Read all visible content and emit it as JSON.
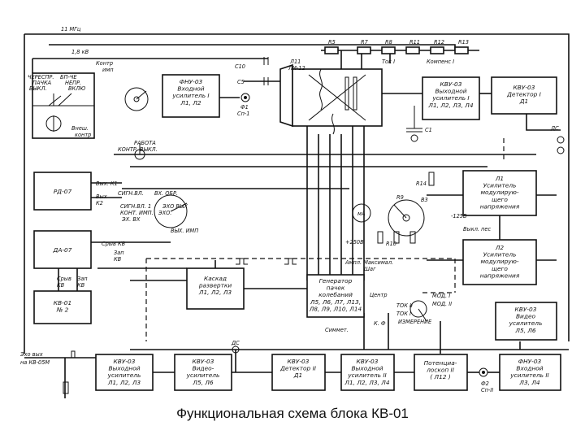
{
  "caption": "Функциональная схема блока КВ-01",
  "blocks": [
    {
      "id": "fnu_top",
      "lines": [
        "ФНУ-03",
        "Входной",
        "усилитель I",
        "Л1, Л2"
      ]
    },
    {
      "id": "kvu_out_top",
      "lines": [
        "КВУ-03",
        "Выходной",
        "усилитель I",
        "Л1, Л2, Л3, Л4"
      ]
    },
    {
      "id": "kvu_det_top",
      "lines": [
        "КВУ-03",
        "Детектор I",
        "Д1"
      ]
    },
    {
      "id": "pd",
      "lines": [
        "РД-07"
      ]
    },
    {
      "id": "da",
      "lines": [
        "ДА-07"
      ]
    },
    {
      "id": "kv01",
      "lines": [
        "КВ-01",
        "№ 2"
      ]
    },
    {
      "id": "sweep",
      "lines": [
        "Каскад",
        "развертки",
        "Л1, Л2, Л3"
      ]
    },
    {
      "id": "generator",
      "lines": [
        "Генератор",
        "пачек",
        "колебаний",
        "Л5, Л6, Л7, Л13,",
        "Л8, Л9, Л10, Л14"
      ]
    },
    {
      "id": "amp_l1",
      "lines": [
        "Л1",
        "Усилитель",
        "модулирую-",
        "щего",
        "напряжения"
      ]
    },
    {
      "id": "amp_l2",
      "lines": [
        "Л2",
        "Усилитель",
        "модулирую-",
        "щего",
        "напряжения"
      ]
    },
    {
      "id": "video_right",
      "lines": [
        "КВУ-03",
        "Видео",
        "усилитель",
        "Л5, Л6"
      ]
    },
    {
      "id": "kvu_out_bottom",
      "lines": [
        "КВУ-03",
        "Выходной",
        "усилитель",
        "Л1, Л2, Л3"
      ]
    },
    {
      "id": "video_bottom",
      "lines": [
        "КВУ-03",
        "Видео-",
        "усилитель",
        "Л5, Л6"
      ]
    },
    {
      "id": "det_bottom",
      "lines": [
        "КВУ-03",
        "Детектор II",
        "Д1"
      ]
    },
    {
      "id": "kvu_out_bottom2",
      "lines": [
        "КВУ-03",
        "Выходной",
        "усилитель II",
        "Л1, Л2, Л3, Л4"
      ]
    },
    {
      "id": "potentioscope",
      "lines": [
        "Потенциа-",
        "лоскоп II",
        "( Л12 )"
      ]
    },
    {
      "id": "fnu_bottom",
      "lines": [
        "ФНУ-03",
        "Входной",
        "усилитель II",
        "Л3, Л4"
      ]
    }
  ],
  "labels": [
    {
      "id": "f_top",
      "text": "11 МГц"
    },
    {
      "id": "hv",
      "text": "1,8 кВ"
    },
    {
      "id": "contr_imp",
      "text": "Контр"
    },
    {
      "id": "imp",
      "text": "имп"
    },
    {
      "id": "cherespr",
      "text": "ЧЕРЕСПР."
    },
    {
      "id": "bp_ch",
      "text": "БП-ЧЕ"
    },
    {
      "id": "pachka",
      "text": "ПАЧКА"
    },
    {
      "id": "nepr",
      "text": "НЕПР."
    },
    {
      "id": "vykl",
      "text": "ВЫКЛ."
    },
    {
      "id": "vkl",
      "text": "ВКЛЮ"
    },
    {
      "id": "vnesh",
      "text": "Внеш."
    },
    {
      "id": "kontr",
      "text": "контр"
    },
    {
      "id": "c10",
      "text": "С10"
    },
    {
      "id": "c5",
      "text": "С5"
    },
    {
      "id": "f1",
      "text": "Ф1"
    },
    {
      "id": "sp1",
      "text": "Сп-1"
    },
    {
      "id": "l11",
      "text": "Л11"
    },
    {
      "id": "li12",
      "text": "ЛИ-12"
    },
    {
      "id": "r5",
      "text": "R5"
    },
    {
      "id": "r7",
      "text": "R7"
    },
    {
      "id": "r8",
      "text": "R8"
    },
    {
      "id": "r11",
      "text": "R11"
    },
    {
      "id": "r12",
      "text": "R12"
    },
    {
      "id": "r13",
      "text": "R13"
    },
    {
      "id": "tok1",
      "text": "Ток I"
    },
    {
      "id": "kompens1",
      "text": "Компенс I"
    },
    {
      "id": "c1",
      "text": "С1"
    },
    {
      "id": "ds_top",
      "text": "ДС"
    },
    {
      "id": "rabota",
      "text": "РАБОТА"
    },
    {
      "id": "kontr_vykl",
      "text": "КОНТР.  ВЫКЛ."
    },
    {
      "id": "vyh_k1",
      "text": "Вых. К1"
    },
    {
      "id": "vyh_k2",
      "text": "Вых"
    },
    {
      "id": "k2",
      "text": "К2"
    },
    {
      "id": "signal_vyh",
      "text": "СИГН.ВЛ."
    },
    {
      "id": "vh_obr",
      "text": "ВХ. ОБР."
    },
    {
      "id": "signal2",
      "text": "СИГН.ВЛ. 1"
    },
    {
      "id": "vh_vyh",
      "text": "ЭХО ВЫХ"
    },
    {
      "id": "kont_imp",
      "text": "КОНТ. ИМП."
    },
    {
      "id": "ekho",
      "text": "ЭХО."
    },
    {
      "id": "vh_vh",
      "text": "ЭХ. ВХ"
    },
    {
      "id": "vh_imp",
      "text": "ВЫХ. ИМП"
    },
    {
      "id": "sryv_kv",
      "text": "Срыв КВ"
    },
    {
      "id": "zap_kv",
      "text": "Зап"
    },
    {
      "id": "kv",
      "text": "КВ"
    },
    {
      "id": "sryv_kv2",
      "text": "Срыв"
    },
    {
      "id": "kv2",
      "text": "КВ"
    },
    {
      "id": "zap_kv2",
      "text": "Зап"
    },
    {
      "id": "kv3",
      "text": "КВ"
    },
    {
      "id": "plus250",
      "text": "+250В"
    },
    {
      "id": "r10",
      "text": "R10"
    },
    {
      "id": "r14",
      "text": "R14"
    },
    {
      "id": "r9",
      "text": "R9"
    },
    {
      "id": "v3",
      "text": "В3"
    },
    {
      "id": "ma",
      "text": "мА"
    },
    {
      "id": "minus125",
      "text": "-125В"
    },
    {
      "id": "vykl_pes",
      "text": "Выкл. пес"
    },
    {
      "id": "ampl_max",
      "text": "Ампл. Максимал."
    },
    {
      "id": "shag",
      "text": "Шаг"
    },
    {
      "id": "centr",
      "text": "Центр"
    },
    {
      "id": "simm",
      "text": "Симмет."
    },
    {
      "id": "kf",
      "text": "К. Ф"
    },
    {
      "id": "tok2",
      "text": "ТОК II"
    },
    {
      "id": "tok1b",
      "text": "ТОК I"
    },
    {
      "id": "mod1",
      "text": "МОД. I"
    },
    {
      "id": "mod2",
      "text": "МОД. II"
    },
    {
      "id": "izmer",
      "text": "ИЗМЕРЕНИЕ"
    },
    {
      "id": "echo_in",
      "text": "Эхо вых"
    },
    {
      "id": "na_kv",
      "text": "на КВ-05М"
    },
    {
      "id": "ds_bottom",
      "text": "ДС"
    },
    {
      "id": "f2",
      "text": "Ф2"
    },
    {
      "id": "sp2",
      "text": "Сп-II"
    }
  ]
}
